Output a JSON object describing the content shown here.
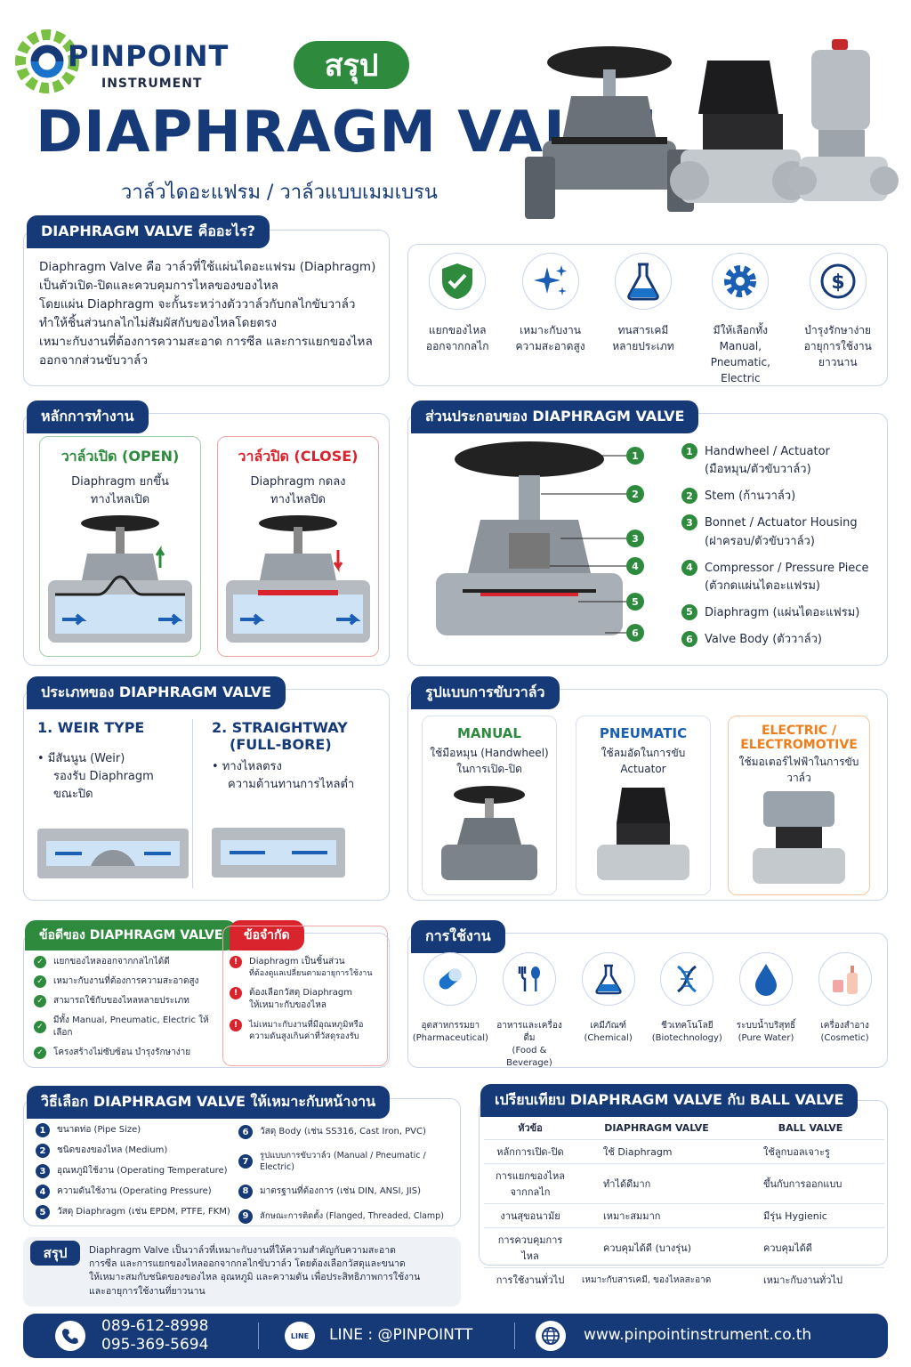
{
  "header": {
    "logo_name": "PINPOINT",
    "logo_sub": "INSTRUMENT",
    "summary_badge": "สรุป",
    "title": "DIAPHRAGM VALVE",
    "subtitle": "วาล์วไดอะแฟรม / วาล์วแบบเมมเบรน"
  },
  "what": {
    "tab": "DIAPHRAGM VALVE คืออะไร?",
    "lines": [
      "Diaphragm Valve คือ วาล์วที่ใช้แผ่นไดอะแฟรม (Diaphragm)",
      "เป็นตัวเปิด-ปิดและควบคุมการไหลของของไหล",
      "โดยแผ่น Diaphragm จะกั้นระหว่างตัววาล์วกับกลไกขับวาล์ว",
      "ทำให้ชิ้นส่วนกลไกไม่สัมผัสกับของไหลโดยตรง",
      "เหมาะกับงานที่ต้องการความสะอาด การซีล และการแยกของไหล",
      "ออกจากส่วนขับวาล์ว"
    ]
  },
  "features": [
    {
      "icon": "shield-check-icon",
      "line1": "แยกของไหล",
      "line2": "ออกจากกลไก",
      "line3": ""
    },
    {
      "icon": "sparkle-icon",
      "line1": "เหมาะกับงาน",
      "line2": "ความสะอาดสูง",
      "line3": ""
    },
    {
      "icon": "flask-icon",
      "line1": "ทนสารเคมี",
      "line2": "หลายประเภท",
      "line3": ""
    },
    {
      "icon": "gear-icon",
      "line1": "มีให้เลือกทั้ง",
      "line2": "Manual, Pneumatic,",
      "line3": "Electric"
    },
    {
      "icon": "dollar-icon",
      "line1": "บำรุงรักษาง่าย",
      "line2": "อายุการใช้งาน",
      "line3": "ยาวนาน"
    }
  ],
  "principle": {
    "tab": "หลักการทำงาน",
    "open_title": "วาล์วเปิด (OPEN)",
    "open_l1": "Diaphragm ยกขึ้น",
    "open_l2": "ทางไหลเปิด",
    "close_title": "วาล์วปิด (CLOSE)",
    "close_l1": "Diaphragm กดลง",
    "close_l2": "ทางไหลปิด"
  },
  "parts": {
    "tab": "ส่วนประกอบของ DIAPHRAGM VALVE",
    "items": [
      {
        "n": "1",
        "l1": "Handwheel / Actuator",
        "l2": "(มือหมุน/ตัวขับวาล์ว)"
      },
      {
        "n": "2",
        "l1": "Stem (ก้านวาล์ว)",
        "l2": ""
      },
      {
        "n": "3",
        "l1": "Bonnet / Actuator Housing",
        "l2": "(ฝาครอบ/ตัวขับวาล์ว)"
      },
      {
        "n": "4",
        "l1": "Compressor / Pressure Piece",
        "l2": "(ตัวกดแผ่นไดอะแฟรม)"
      },
      {
        "n": "5",
        "l1": "Diaphragm (แผ่นไดอะแฟรม)",
        "l2": ""
      },
      {
        "n": "6",
        "l1": "Valve Body (ตัววาล์ว)",
        "l2": ""
      }
    ]
  },
  "types": {
    "tab": "ประเภทของ DIAPHRAGM VALVE",
    "t1_title": "1. WEIR TYPE",
    "t1_b1": "• มีสันนูน (Weir)",
    "t1_b2": "รองรับ Diaphragm",
    "t1_b3": "ขณะปิด",
    "t2_title1": "2. STRAIGHTWAY",
    "t2_title2": "(FULL-BORE)",
    "t2_b1": "• ทางไหลตรง",
    "t2_b2": "ความต้านทานการไหลต่ำ"
  },
  "actuation": {
    "tab": "รูปแบบการขับวาล์ว",
    "manual_title": "MANUAL",
    "manual_l1": "ใช้มือหมุน (Handwheel)",
    "manual_l2": "ในการเปิด-ปิด",
    "pneu_title": "PNEUMATIC",
    "pneu_l1": "ใช้ลมอัดในการขับ",
    "pneu_l2": "Actuator",
    "elec_title1": "ELECTRIC /",
    "elec_title2": "ELECTROMOTIVE",
    "elec_l1": "ใช้มอเตอร์ไฟฟ้าในการขับ",
    "elec_l2": "วาล์ว"
  },
  "pros": {
    "tab": "ข้อดีของ DIAPHRAGM VALVE",
    "items": [
      "แยกของไหลออกจากกลไกได้ดี",
      "เหมาะกับงานที่ต้องการความสะอาดสูง",
      "สามารถใช้กับของไหลหลายประเภท",
      "มีทั้ง Manual, Pneumatic, Electric ให้เลือก",
      "โครงสร้างไม่ซับซ้อน บำรุงรักษาง่าย"
    ]
  },
  "cons": {
    "tab": "ข้อจำกัด",
    "items": [
      {
        "l1": "Diaphragm เป็นชิ้นส่วน",
        "l2": "ที่ต้องดูแลเปลี่ยนตามอายุการใช้งาน"
      },
      {
        "l1": "ต้องเลือกวัสดุ Diaphragm",
        "l2": "ให้เหมาะกับของไหล"
      },
      {
        "l1": "ไม่เหมาะกับงานที่มีอุณหภูมิหรือ",
        "l2": "ความดันสูงเกินค่าที่วัสดุรองรับ"
      }
    ]
  },
  "uses": {
    "tab": "การใช้งาน",
    "items": [
      {
        "icon": "capsule-icon",
        "l1": "อุตสาหกรรมยา",
        "l2": "(Pharmaceutical)"
      },
      {
        "icon": "fork-spoon-icon",
        "l1": "อาหารและเครื่องดื่ม",
        "l2": "(Food & Beverage)"
      },
      {
        "icon": "flask-icon",
        "l1": "เคมีภัณฑ์",
        "l2": "(Chemical)"
      },
      {
        "icon": "dna-icon",
        "l1": "ชีวเทคโนโลยี",
        "l2": "(Biotechnology)"
      },
      {
        "icon": "water-drop-icon",
        "l1": "ระบบน้ำบริสุทธิ์",
        "l2": "(Pure Water)"
      },
      {
        "icon": "cosmetic-bottle-icon",
        "l1": "เครื่องสำอาง",
        "l2": "(Cosmetic)"
      }
    ]
  },
  "select": {
    "tab": "วิธีเลือก DIAPHRAGM VALVE ให้เหมาะกับหน้างาน",
    "left": [
      {
        "n": "1",
        "t": "ขนาดท่อ (Pipe Size)"
      },
      {
        "n": "2",
        "t": "ชนิดของของไหล (Medium)"
      },
      {
        "n": "3",
        "t": "อุณหภูมิใช้งาน (Operating Temperature)"
      },
      {
        "n": "4",
        "t": "ความดันใช้งาน (Operating Pressure)"
      },
      {
        "n": "5",
        "t": "วัสดุ Diaphragm (เช่น EPDM, PTFE, FKM)"
      }
    ],
    "right": [
      {
        "n": "6",
        "t": "วัสดุ Body (เช่น SS316, Cast Iron, PVC)"
      },
      {
        "n": "7",
        "t": "รูปแบบการขับวาล์ว (Manual / Pneumatic / Electric)"
      },
      {
        "n": "8",
        "t": "มาตรฐานที่ต้องการ (เช่น DIN, ANSI, JIS)"
      },
      {
        "n": "9",
        "t": "ลักษณะการติดตั้ง (Flanged, Threaded, Clamp)"
      }
    ]
  },
  "compare": {
    "tab": "เปรียบเทียบ DIAPHRAGM VALVE กับ BALL VALVE",
    "headers": [
      "หัวข้อ",
      "DIAPHRAGM VALVE",
      "BALL VALVE"
    ],
    "rows": [
      [
        "หลักการเปิด-ปิด",
        "ใช้ Diaphragm",
        "ใช้ลูกบอลเจาะรู"
      ],
      [
        "การแยกของไหล จากกลไก",
        "ทำได้ดีมาก",
        "ขึ้นกับการออกแบบ"
      ],
      [
        "งานสุขอนามัย",
        "เหมาะสมมาก",
        "มีรุ่น Hygienic"
      ],
      [
        "การควบคุมการไหล",
        "ควบคุมได้ดี (บางรุ่น)",
        "ควบคุมได้ดี"
      ],
      [
        "การใช้งานทั่วไป",
        "เหมาะกับสารเคมี, ของไหลสะอาด",
        "เหมาะกับงานทั่วไป"
      ]
    ]
  },
  "summary": {
    "label": "สรุป",
    "lines": [
      "Diaphragm Valve เป็นวาล์วที่เหมาะกับงานที่ให้ความสำคัญกับความสะอาด",
      "การซีล และการแยกของไหลออกจากกลไกขับวาล์ว โดยต้องเลือกวัสดุและขนาด",
      "ให้เหมาะสมกับชนิดของของไหล อุณหภูมิ และความดัน เพื่อประสิทธิภาพการใช้งาน",
      "และอายุการใช้งานที่ยาวนาน"
    ]
  },
  "footer": {
    "phone1": "089-612-8998",
    "phone2": "095-369-5694",
    "line_badge": "LINE",
    "line": "LINE : @PINPOINTT",
    "web": "www.pinpointinstrument.co.th"
  },
  "colors": {
    "navy": "#163a78",
    "green": "#2e8b3e",
    "red": "#d9232d",
    "orange": "#ef7d1a"
  }
}
